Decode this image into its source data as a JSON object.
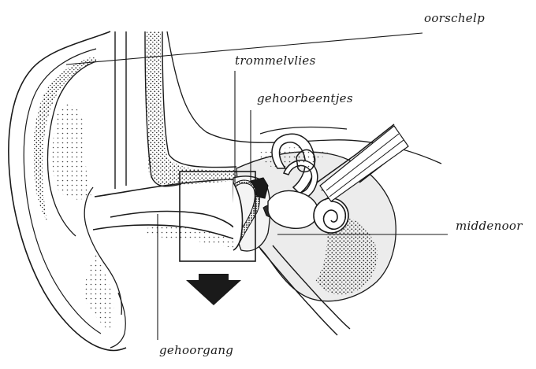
{
  "labels": {
    "oorschelp": "oorschelp",
    "trommelvlies": "trommelvlies",
    "gehoorbeentjes": "gehoorbeentjes",
    "middenoor": "middenoor",
    "gehoorgang": "gehoorgang"
  },
  "colors": {
    "ink": "#1a1a1a",
    "stipple": "#3a3a3a",
    "bone": "#d9d9d9",
    "background": "#ffffff"
  }
}
